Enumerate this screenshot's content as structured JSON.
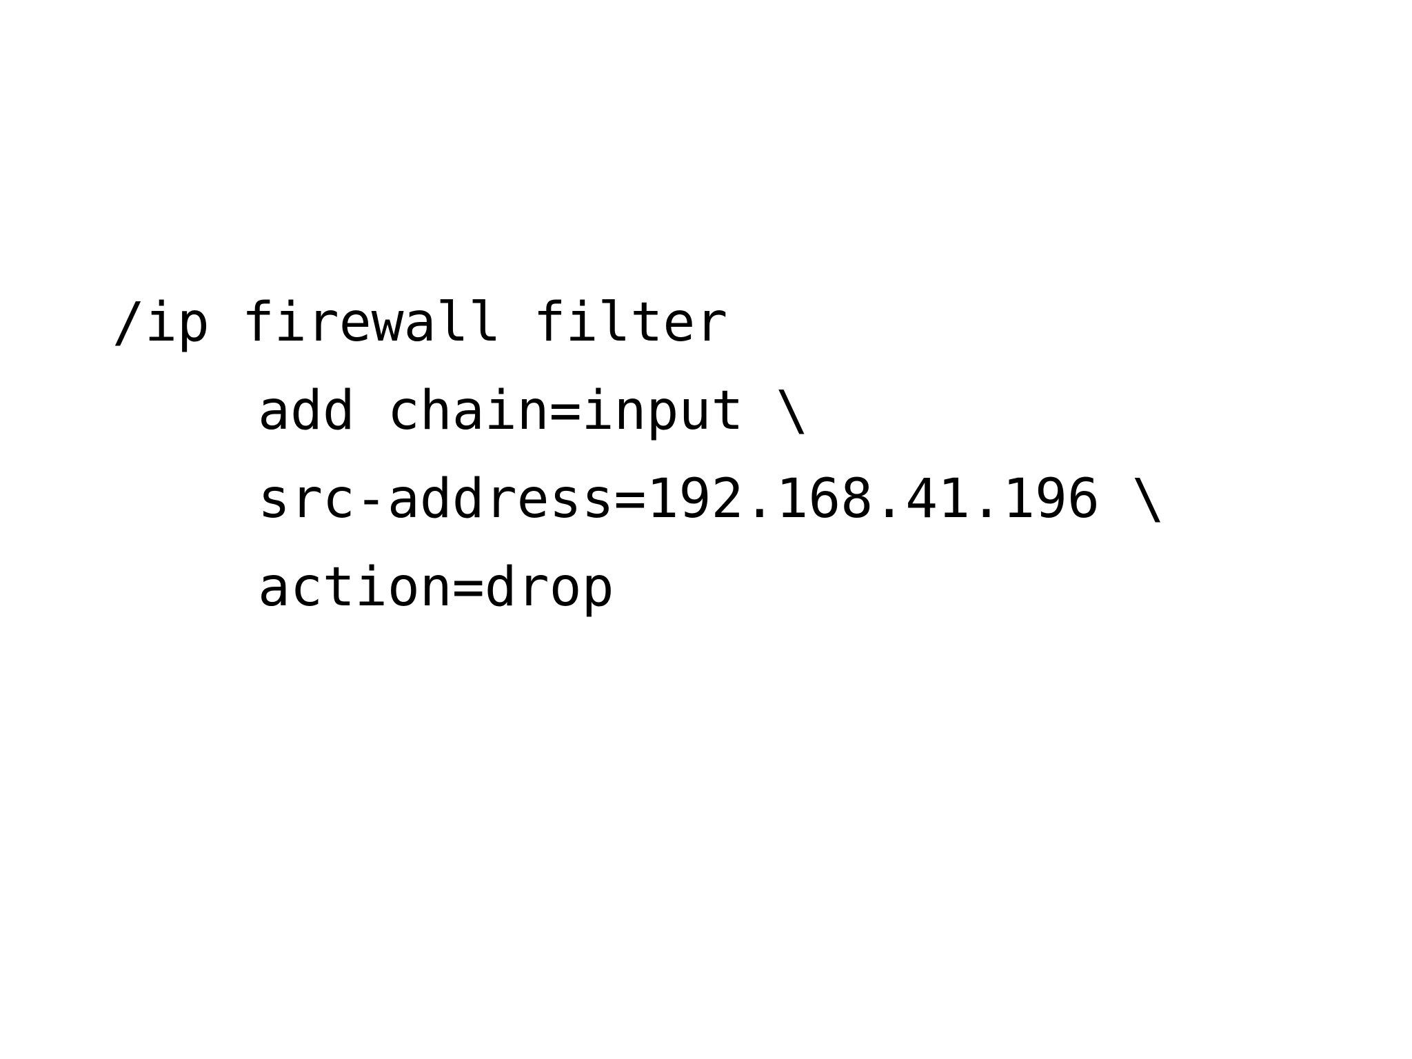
{
  "slide": {
    "background_color": "#ffffff",
    "text_color": "#000000",
    "kind": "code-snippet-slide"
  },
  "code": {
    "language": "routeros",
    "lines": [
      {
        "text": "/ip firewall filter",
        "indented": false
      },
      {
        "text": "add chain=input \\",
        "indented": true
      },
      {
        "text": "src-address=192.168.41.196 \\",
        "indented": true
      },
      {
        "text": "action=drop",
        "indented": true
      }
    ],
    "full_command": "/ip firewall filter add chain=input src-address=192.168.41.196 action=drop",
    "values": {
      "command_path": "/ip firewall filter",
      "verb": "add",
      "chain": "input",
      "src_address": "192.168.41.196",
      "action": "drop",
      "line_continuation": "\\"
    }
  }
}
